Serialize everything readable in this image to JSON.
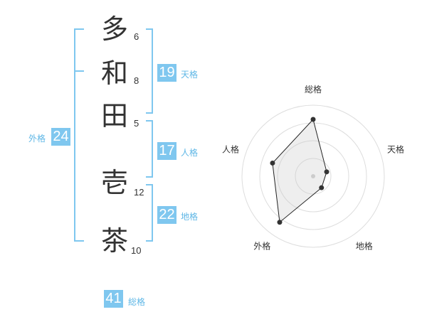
{
  "name": {
    "characters": [
      {
        "char": "多",
        "strokes": "6"
      },
      {
        "char": "和",
        "strokes": "8"
      },
      {
        "char": "田",
        "strokes": "5"
      },
      {
        "char": "壱",
        "strokes": "12"
      },
      {
        "char": "茶",
        "strokes": "10"
      }
    ]
  },
  "fortunes": {
    "tenkaku": {
      "value": "19",
      "label": "天格"
    },
    "jinkaku": {
      "value": "17",
      "label": "人格"
    },
    "chikaku": {
      "value": "22",
      "label": "地格"
    },
    "gaikaku": {
      "value": "24",
      "label": "外格"
    },
    "soukaku": {
      "value": "41",
      "label": "総格"
    }
  },
  "colors": {
    "accent": "#7fc7ef",
    "label": "#5fb7e6",
    "text": "#333333"
  },
  "chart_data": {
    "type": "radar",
    "axes": [
      "総格",
      "天格",
      "地格",
      "外格",
      "人格"
    ],
    "values": [
      0.8,
      0.2,
      0.2,
      0.8,
      0.6
    ],
    "range": [
      0,
      1
    ],
    "rings": 4
  }
}
